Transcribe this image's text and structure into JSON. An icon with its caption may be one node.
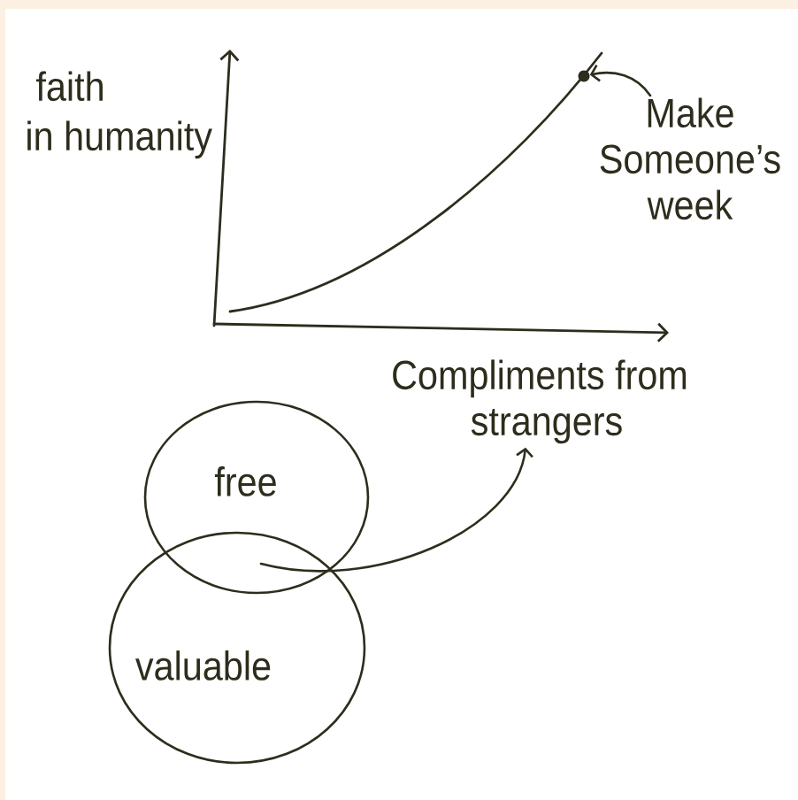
{
  "diagram": {
    "nodes": [
      {
        "text": [],
        "shape": "circle"
      },
      {
        "text": [
          "Make Someone’s week"
        ]
      },
      {
        "text": [
          "Compliments from strangers"
        ]
      },
      {
        "text": [
          "free"
        ]
      },
      {
        "text": [
          "valuable"
        ]
      }
    ],
    "edges": [
      {
        "from": 1,
        "to": 0,
        "arrow": "to"
      },
      {
        "from": 3,
        "to": 2,
        "arrow": "to"
      },
      {
        "from": 4,
        "to": 2,
        "arrow": "to"
      }
    ],
    "labels": [
      "faith in humanity"
    ]
  }
}
